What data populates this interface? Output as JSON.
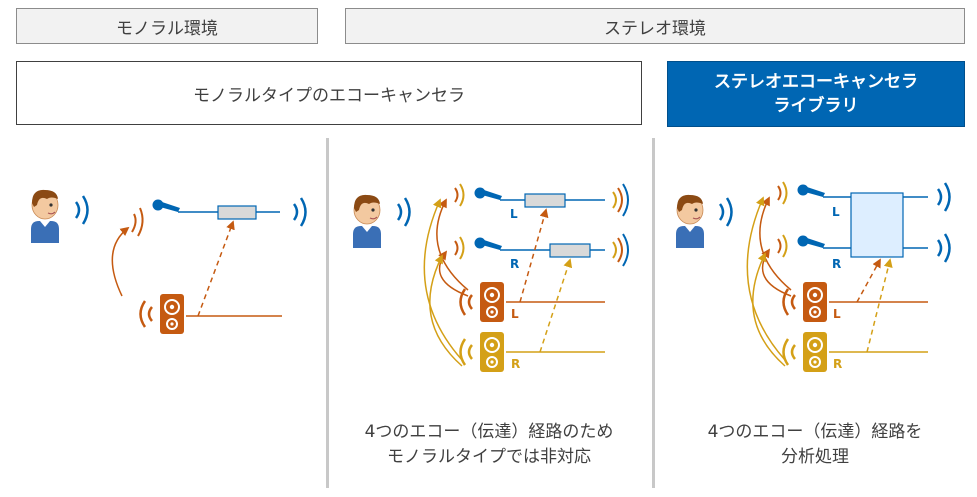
{
  "header": {
    "mono_env": "モノラル環境",
    "stereo_env": "ステレオ環境"
  },
  "titles": {
    "mono_type": "モノラルタイプのエコーキャンセラ",
    "stereo_lib_line1": "ステレオエコーキャンセラ",
    "stereo_lib_line2": "ライブラリ"
  },
  "captions": {
    "middle_line1": "4つのエコー（伝達）経路のため",
    "middle_line2": "モノラルタイプでは非対応",
    "right_line1": "4つのエコー（伝達）経路を",
    "right_line2": "分析処理"
  },
  "channel_labels": {
    "left": "L",
    "right": "R"
  },
  "colors": {
    "blue": "#0066b3",
    "orange": "#c55a11",
    "gold": "#d4a017",
    "filter_fill": "#d9d9d9",
    "library_fill": "#ddeeff"
  }
}
